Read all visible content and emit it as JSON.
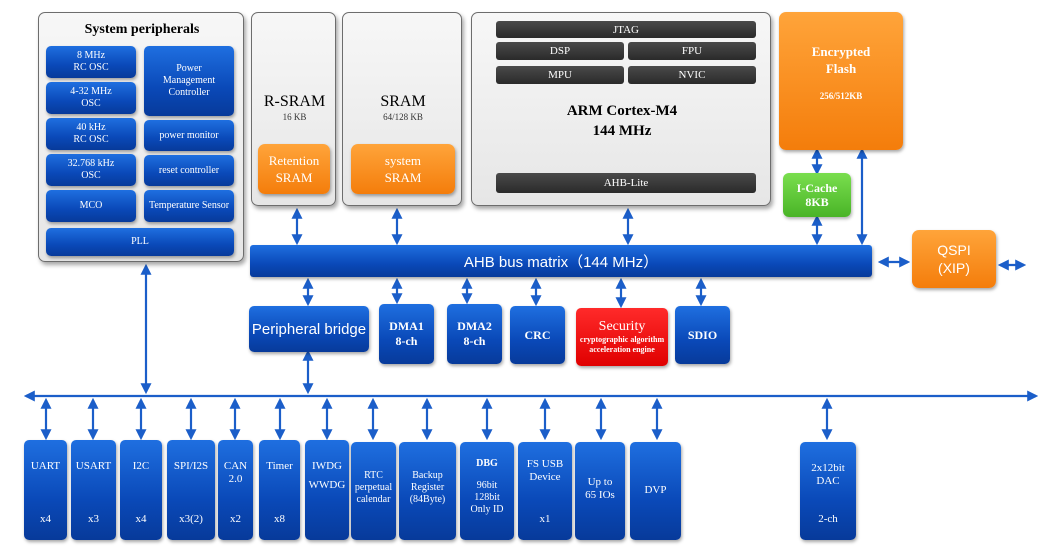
{
  "sys_periph": {
    "title": "System peripherals",
    "rc8": "8 MHz\nRC OSC",
    "osc432": "4-32 MHz\nOSC",
    "rc40k": "40 kHz\nRC OSC",
    "osc32k": "32.768 kHz\nOSC",
    "mco": "MCO",
    "pmc": "Power\nManagement\nController",
    "pwrmon": "power monitor",
    "rst": "reset controller",
    "temp": "Temperature Sensor",
    "pll": "PLL"
  },
  "rsram": {
    "title": "R-SRAM",
    "size": "16 KB",
    "inner": "Retention\nSRAM"
  },
  "sram": {
    "title": "SRAM",
    "size": "64/128 KB",
    "inner": "system\nSRAM"
  },
  "core": {
    "jtag": "JTAG",
    "dsp": "DSP",
    "fpu": "FPU",
    "mpu": "MPU",
    "nvic": "NVIC",
    "title": "ARM Cortex-M4",
    "freq": "144 MHz",
    "ahb_lite": "AHB-Lite"
  },
  "flash": {
    "title": "Encrypted\nFlash",
    "size": "256/512KB"
  },
  "icache": {
    "label": "I-Cache\n8KB"
  },
  "qspi": {
    "label": "QSPI\n(XIP)"
  },
  "bus": {
    "label": "AHB bus matrix（144 MHz）"
  },
  "bridge": {
    "label": "Peripheral bridge"
  },
  "dma1": {
    "label": "DMA1\n8-ch"
  },
  "dma2": {
    "label": "DMA2\n8-ch"
  },
  "crc": {
    "label": "CRC"
  },
  "security": {
    "title": "Security",
    "sub": "cryptographic algorithm\nacceleration engine"
  },
  "sdio": {
    "label": "SDIO"
  },
  "peripherals": [
    {
      "top": "UART",
      "mid": "",
      "bot": "x4"
    },
    {
      "top": "USART",
      "mid": "",
      "bot": "x3"
    },
    {
      "top": "I2C",
      "mid": "",
      "bot": "x4"
    },
    {
      "top": "SPI/I2S",
      "mid": "",
      "bot": "x3(2)"
    },
    {
      "top": "CAN",
      "mid": "2.0",
      "bot": "x2"
    },
    {
      "top": "Timer",
      "mid": "",
      "bot": "x8"
    },
    {
      "top": "IWDG",
      "mid": "WWDG",
      "bot": ""
    },
    {
      "top": "RTC\nperpetual\ncalendar",
      "mid": "",
      "bot": ""
    },
    {
      "top": "Backup\nRegister\n(84Byte)",
      "mid": "",
      "bot": ""
    },
    {
      "top": "DBG",
      "mid": "96bit\n128bit\nOnly ID",
      "bot": ""
    },
    {
      "top": "FS USB\nDevice",
      "mid": "",
      "bot": "x1"
    },
    {
      "top": "Up to\n65 IOs",
      "mid": "",
      "bot": ""
    },
    {
      "top": "DVP",
      "mid": "",
      "bot": ""
    },
    {
      "top": "2x12bit\nDAC",
      "mid": "",
      "bot": "2-ch"
    }
  ],
  "colors": {
    "blue": "#0a49b8",
    "orange": "#f47d0b",
    "green": "#5cc836",
    "red": "#ee1111",
    "arrow": "#1b5ec9"
  }
}
